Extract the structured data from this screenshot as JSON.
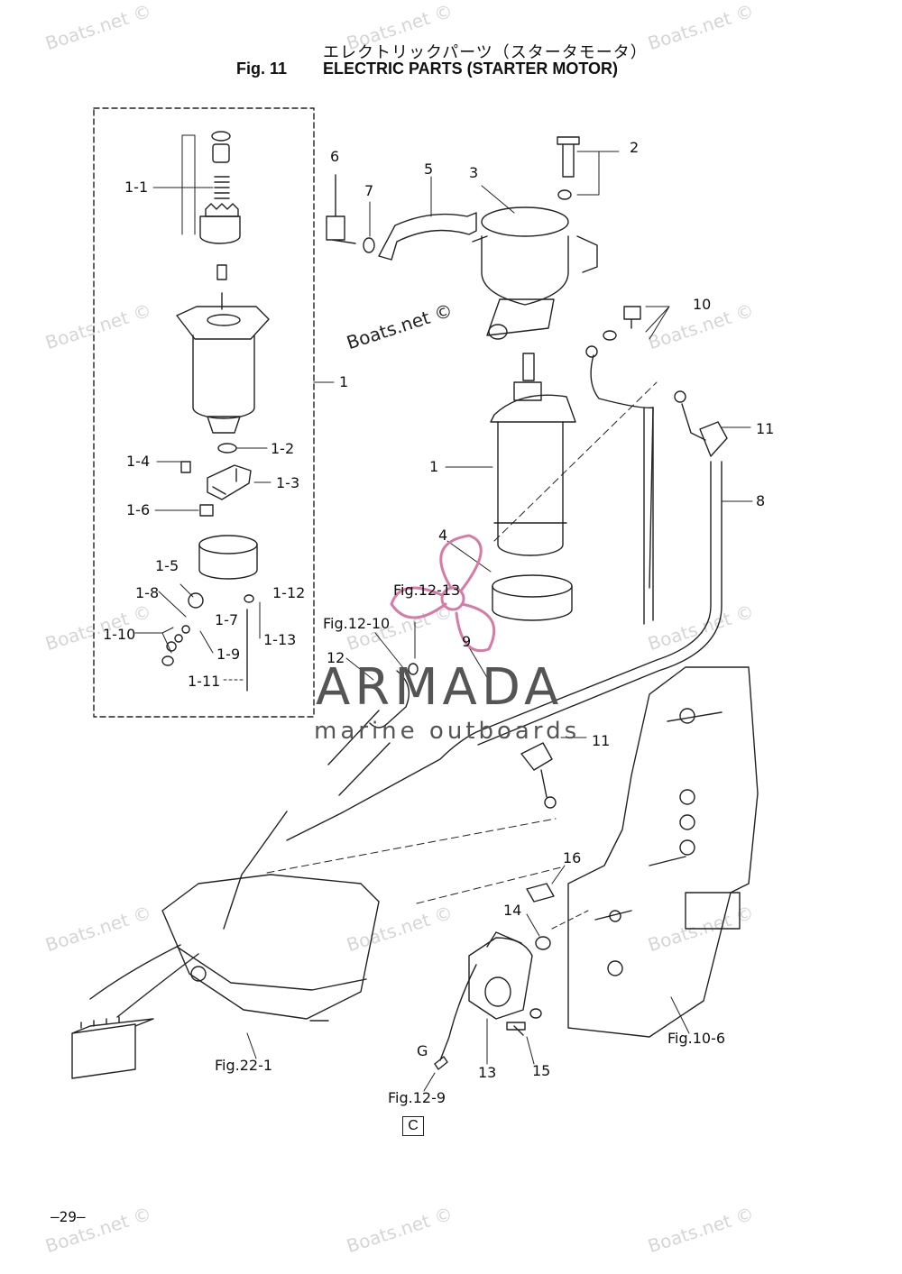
{
  "header": {
    "title_jp": "エレクトリックパーツ（スタータモータ）",
    "fig_label": "Fig. 11",
    "title_en": "ELECTRIC PARTS (STARTER MOTOR)"
  },
  "watermark": {
    "text": "Boats.net ©"
  },
  "brand": {
    "name": "ARMADA",
    "tagline": "marine outboards"
  },
  "callouts": {
    "c1_1": "1-1",
    "c1_2": "1-2",
    "c1_3": "1-3",
    "c1_4": "1-4",
    "c1_5": "1-5",
    "c1_6": "1-6",
    "c1_7": "1-7",
    "c1_8": "1-8",
    "c1_9": "1-9",
    "c1_10": "1-10",
    "c1_11": "1-11",
    "c1_12": "1-12",
    "c1_13": "1-13",
    "c1": "1",
    "c1b": "1",
    "c2": "2",
    "c3": "3",
    "c4": "4",
    "c5": "5",
    "c6": "6",
    "c7": "7",
    "c8": "8",
    "c9": "9",
    "c10": "10",
    "c11a": "11",
    "c11b": "11",
    "c12": "12",
    "c13": "13",
    "c14": "14",
    "c15": "15",
    "c16": "16",
    "cG": "G"
  },
  "references": {
    "fig_12_13": "Fig.12-13",
    "fig_12_10": "Fig.12-10",
    "fig_22_1": "Fig.22-1",
    "fig_10_6": "Fig.10-6",
    "fig_12_9": "Fig.12-9",
    "section": "C"
  },
  "footer": {
    "page_number": "—29—"
  }
}
